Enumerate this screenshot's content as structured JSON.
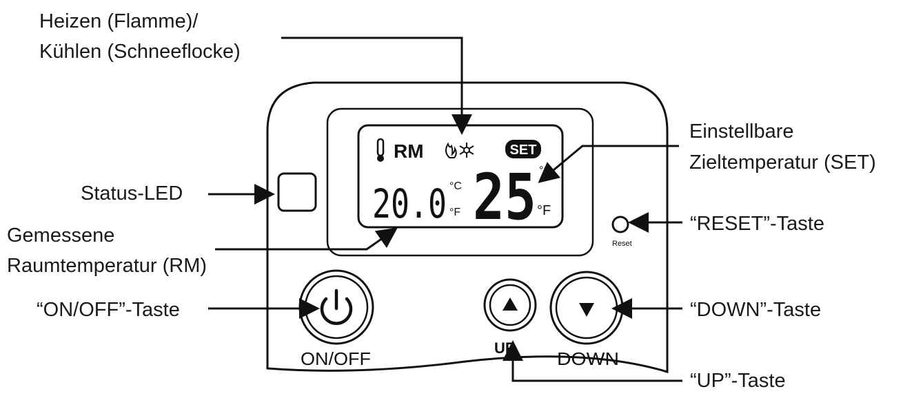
{
  "labels": {
    "heat_cool_line1": "Heizen (Flamme)/",
    "heat_cool_line2": "Kühlen (Schneeflocke)",
    "set_line1": "Einstellbare",
    "set_line2": "Zieltemperatur (SET)",
    "status_led": "Status-LED",
    "reset": "“RESET”-Taste",
    "room_line1": "Gemessene",
    "room_line2": "Raumtemperatur (RM)",
    "onoff": "“ON/OFF”-Taste",
    "down": "“DOWN”-Taste",
    "up": "“UP”-Taste"
  },
  "device": {
    "rm_label": "RM",
    "set_badge": "SET",
    "room_temp": "20.0",
    "target_temp": "25",
    "unit_c": "°C",
    "unit_f": "°F",
    "reset_text": "Reset",
    "onoff_text": "ON/OFF",
    "up_text": "UP",
    "down_text": "DOWN"
  }
}
